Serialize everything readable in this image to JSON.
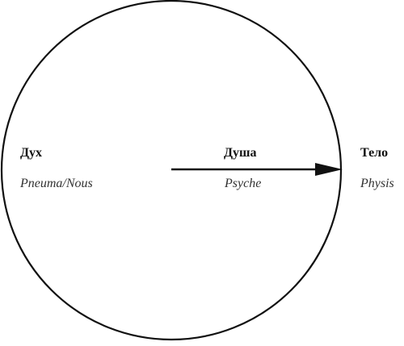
{
  "diagram": {
    "left": {
      "heading": "Дух",
      "subtitle": "Pneuma/Nous"
    },
    "center": {
      "heading": "Душа",
      "subtitle": "Psyche"
    },
    "right": {
      "heading": "Тело",
      "subtitle": "Physis"
    },
    "colors": {
      "line": "#111111",
      "background": "#ffffff"
    }
  }
}
